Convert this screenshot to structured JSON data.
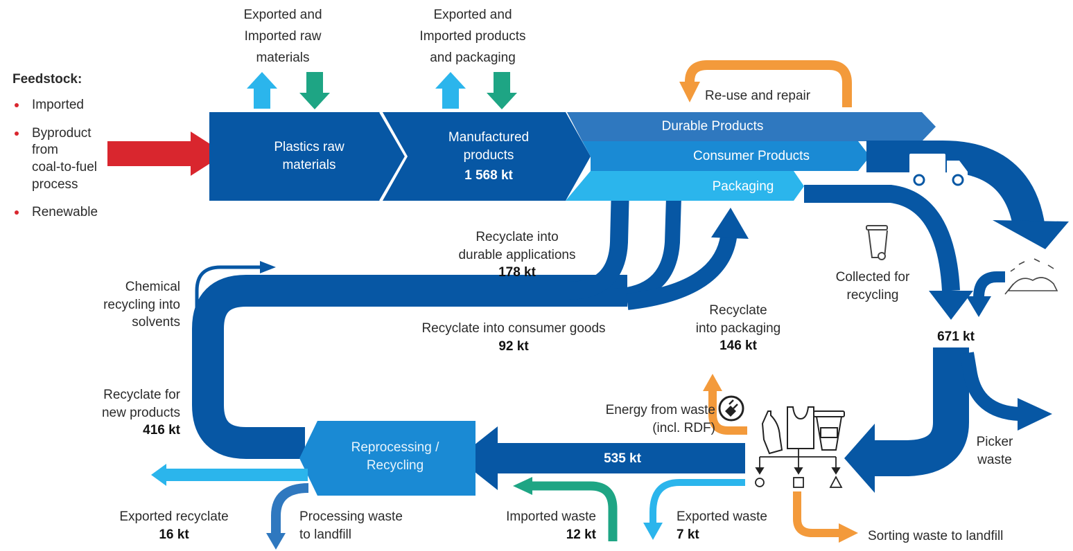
{
  "feedstock": {
    "title": "Feedstock:",
    "items": [
      [
        "Imported"
      ],
      [
        "Byproduct",
        "from",
        "coal-to-fuel",
        "process"
      ],
      [
        "Renewable"
      ]
    ]
  },
  "top": {
    "raw_trade": [
      "Exported and",
      "Imported raw",
      "materials"
    ],
    "product_trade": [
      "Exported and",
      "Imported products",
      "and packaging"
    ]
  },
  "stages": {
    "raw_materials": [
      "Plastics raw",
      "materials"
    ],
    "manufactured": [
      "Manufactured",
      "products"
    ],
    "manufactured_value": "1 568 kt",
    "durable": "Durable Products",
    "consumer": "Consumer Products",
    "packaging": "Packaging",
    "reprocessing": [
      "Reprocessing /",
      "Recycling"
    ]
  },
  "flows": {
    "reuse": "Re-use and repair",
    "recycle_durable": [
      "Recyclate into",
      "durable applications"
    ],
    "recycle_durable_value": "178 kt",
    "chemical": [
      "Chemical",
      "recycling into",
      "solvents"
    ],
    "recycle_consumer": "Recyclate into consumer goods",
    "recycle_consumer_value": "92 kt",
    "recycle_packaging": [
      "Recyclate",
      "into packaging"
    ],
    "recycle_packaging_value": "146 kt",
    "collected": [
      "Collected for",
      "recycling"
    ],
    "collected_value": "671 kt",
    "recycle_new": [
      "Recyclate for",
      "new products"
    ],
    "recycle_new_value": "416 kt",
    "energy": [
      "Energy from waste",
      "(incl. RDF)"
    ],
    "picker": [
      "Picker",
      "waste"
    ],
    "sorted_value": "535 kt",
    "exported_recyclate": "Exported recyclate",
    "exported_recyclate_value": "16 kt",
    "processing_waste": [
      "Processing waste",
      "to landfill"
    ],
    "imported_waste": "Imported waste",
    "imported_waste_value": "12 kt",
    "exported_waste": "Exported waste",
    "exported_waste_value": "7 kt",
    "sorting_waste": "Sorting waste to landfill"
  },
  "colors": {
    "dark_blue": "#0757a4",
    "mid_blue": "#2f78bf",
    "blue": "#1a8ad4",
    "light_blue": "#2bb5ec",
    "green": "#1ea584",
    "orange": "#f39a3b",
    "red": "#d9262e"
  },
  "icons": [
    "truck-icon",
    "bin-icon",
    "litter-icon",
    "plug-icon",
    "bottle-icon",
    "bag-icon",
    "cup-icon",
    "sort-shapes-icon"
  ]
}
